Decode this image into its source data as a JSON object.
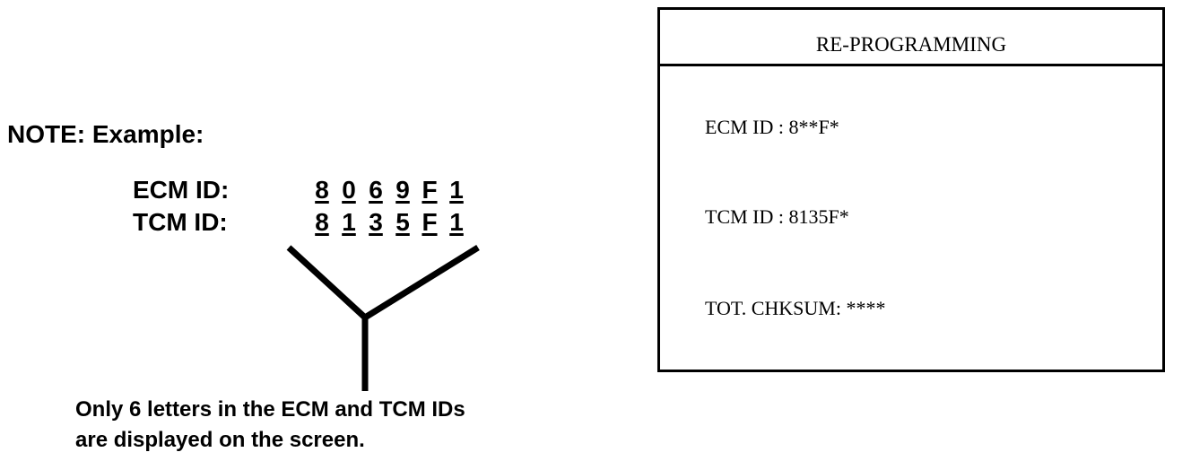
{
  "note": "NOTE:  Example:",
  "ecm": {
    "label": "ECM ID:",
    "digits": [
      "8",
      "0",
      "6",
      "9",
      "F",
      "1"
    ]
  },
  "tcm": {
    "label": "TCM ID:",
    "digits": [
      "8",
      "1",
      "3",
      "5",
      "F",
      "1"
    ]
  },
  "caption": {
    "line1": "Only 6 letters in the ECM and TCM IDs",
    "line2": "are displayed on the screen."
  },
  "screen": {
    "title": "RE-PROGRAMMING",
    "ecm_line": "ECM ID : 8**F*",
    "tcm_line": "TCM ID : 8135F*",
    "checksum_line": "TOT. CHKSUM: ****"
  }
}
